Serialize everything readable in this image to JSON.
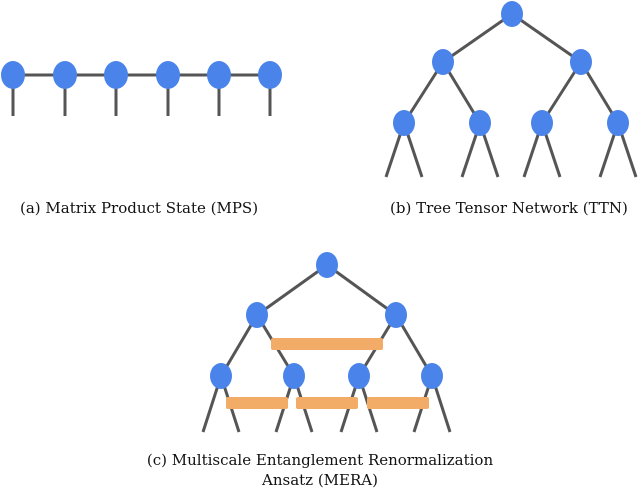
{
  "colors": {
    "node": "#4a84ea",
    "edge": "#555555",
    "disentangler": "#f2ac67"
  },
  "panels": {
    "mps": {
      "caption": "(a) Matrix Product State (MPS)"
    },
    "ttn": {
      "caption": "(b) Tree Tensor Network (TTN)"
    },
    "mera": {
      "caption_line1": "(c) Multiscale Entanglement Renormalization",
      "caption_line2": "Ansatz (MERA)"
    }
  }
}
